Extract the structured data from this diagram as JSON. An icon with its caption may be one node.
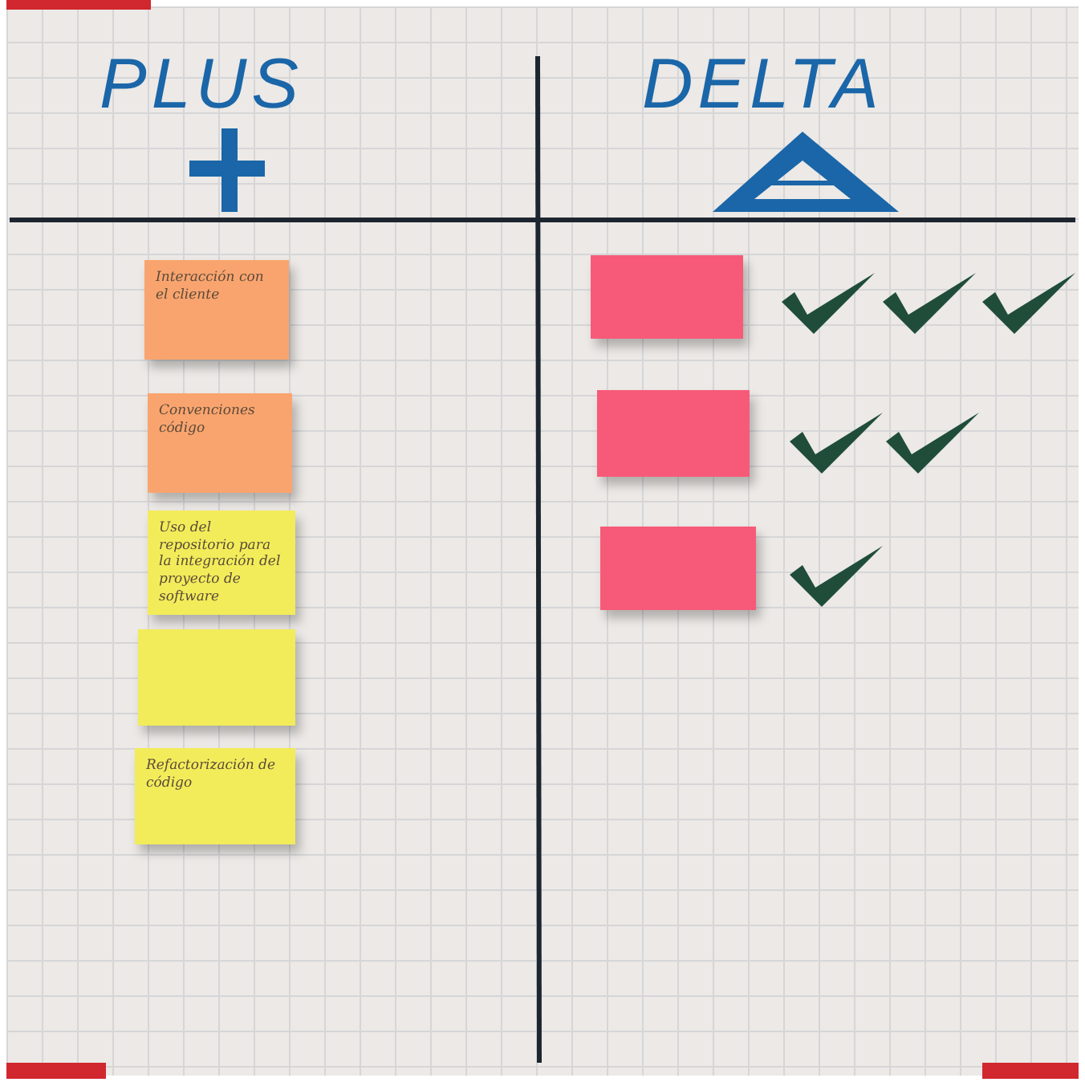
{
  "diagram": {
    "nodes": [
      {
        "text": [
          "Interacción con el cliente"
        ]
      },
      {
        "text": [
          "Convenciones código"
        ]
      },
      {
        "text": [
          "Uso del repositorio para la integración del proyecto de software"
        ]
      },
      {
        "text": [],
        "shape": "box"
      },
      {
        "text": [
          "Refactorización de código"
        ]
      },
      {
        "text": [],
        "shape": "box"
      },
      {
        "text": [],
        "shape": "box"
      },
      {
        "text": [],
        "shape": "box"
      }
    ],
    "labels": [
      "PLUS",
      "DELTA"
    ]
  }
}
